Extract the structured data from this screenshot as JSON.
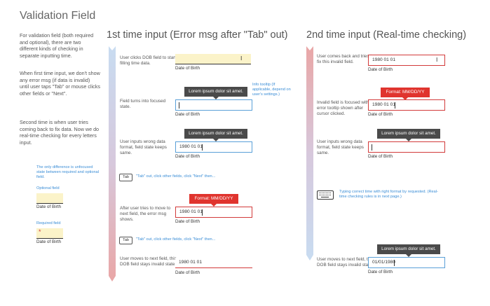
{
  "page": {
    "title": "Validation Field",
    "intro_p1": "For validation field (both required and optional), there are two different kinds of checking in separate inputting time.",
    "intro_p2": "When first time input, we don't show any error msg (if data is invalid) until user taps \"Tab\" or mouse clicks other fields or \"Next\".",
    "intro_p3": "Second time is when user tries coming back to fix data. Now we do real-time checking for every letters input."
  },
  "legend": {
    "note": "The only difference is unfocused state between required and optional field.",
    "optional_label": "Optional field",
    "required_label": "Required field",
    "required_mark": "*",
    "field_label": "Date of Birth"
  },
  "col1": {
    "title": "1st time input (Error msg after \"Tab\" out)",
    "steps": [
      "User clicks DOB field to start filling time data.",
      "Field turns into focused state.",
      "User inputs wrong data format, field state keeps same.",
      "After user tries to move to next field, the error msg shows.",
      "User moves to next field, this DOB field stays invalid state."
    ],
    "tooltip": "Lorem ipsum dolor sit amet.",
    "info_note": "Info tooltip (If applicable, depend on user's settings.)",
    "error_tip": "Format: MM/DD/YY",
    "value": "1980 01 01",
    "tab_key": "Tab",
    "tab_text": "\"Tab\" out, click other fields, click \"Next\" then..."
  },
  "col2": {
    "title": "2nd time input (Real-time checking)",
    "steps": [
      "User comes back and tries to fix this invalid field.",
      "Invalid field is focused with error tooltip shown after cursor clicked.",
      "User inputs wrong data format, field state keeps same.",
      "User moves to next field, this DOB field stays invalid state."
    ],
    "value1": "1980 01 01",
    "value2": "1980 01 01",
    "value_final": "01/01/1980",
    "error_tip": "Format: MM/DD/YY",
    "tooltip": "Lorem ipsum dolor sit amet.",
    "keyboard_note": "Typing correct time with right format by requested. (Real-time checking rules is in next page.)"
  },
  "colors": {
    "focus": "#5aa0d8",
    "error": "#d23a3a",
    "unfocused_bg": "#fbf3c9",
    "link": "#3a8dd6"
  }
}
